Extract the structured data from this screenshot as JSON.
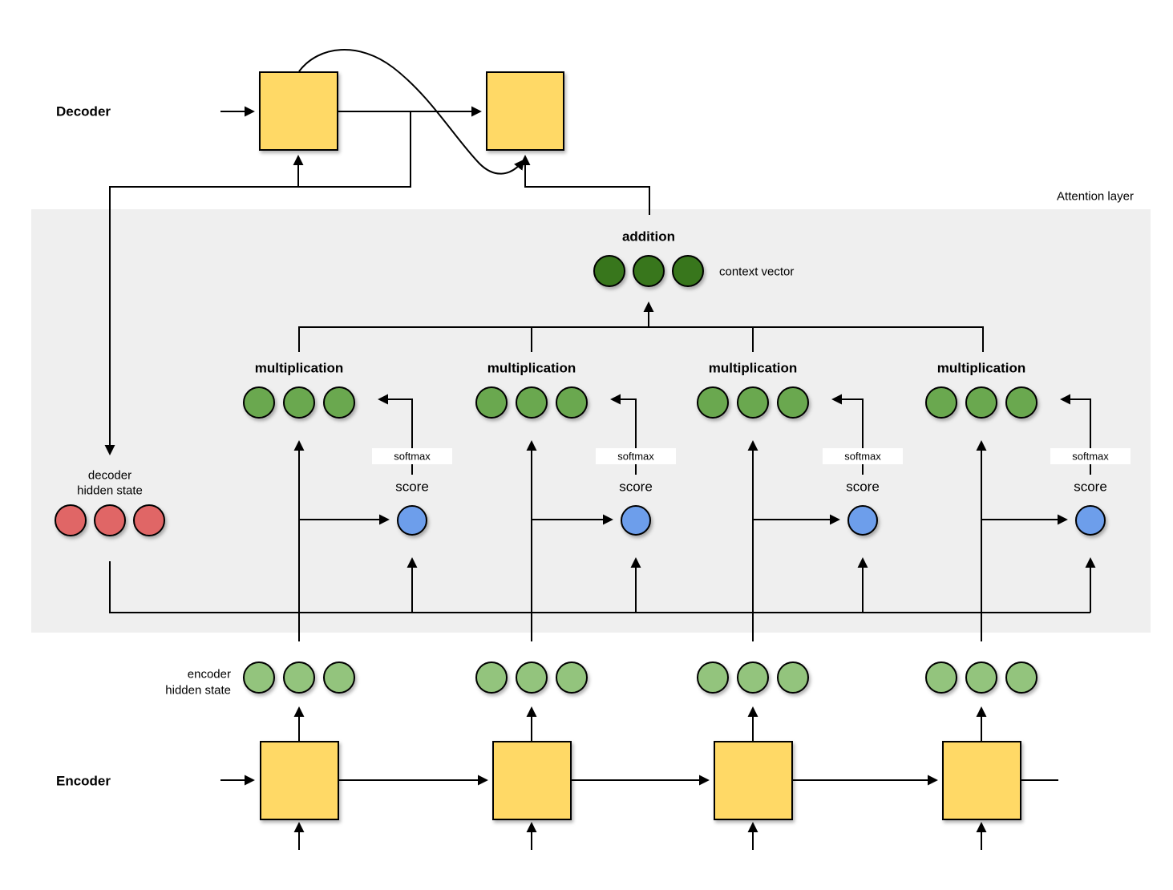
{
  "decoder": {
    "label": "Decoder"
  },
  "encoder": {
    "label": "Encoder"
  },
  "attention": {
    "layer_label": "Attention layer",
    "addition_label": "addition",
    "context_vector_label": "context vector"
  },
  "decoder_hidden_state": {
    "line1": "decoder",
    "line2": "hidden state"
  },
  "encoder_hidden_state": {
    "line1": "encoder",
    "line2": "hidden state"
  },
  "columns": [
    {
      "multiplication_label": "multiplication",
      "softmax_label": "softmax",
      "score_label": "score"
    },
    {
      "multiplication_label": "multiplication",
      "softmax_label": "softmax",
      "score_label": "score"
    },
    {
      "multiplication_label": "multiplication",
      "softmax_label": "softmax",
      "score_label": "score"
    },
    {
      "multiplication_label": "multiplication",
      "softmax_label": "softmax",
      "score_label": "score"
    }
  ],
  "colors": {
    "panel_gray": "#efefef",
    "node_yellow": "#ffd966",
    "context_green_dark": "#38761d",
    "weighted_green": "#6aa84f",
    "encoder_green_light": "#93c47d",
    "decoder_red": "#e06666",
    "score_blue": "#6d9eeb",
    "softmax_bg": "#ffffff",
    "line_black": "#000000"
  }
}
